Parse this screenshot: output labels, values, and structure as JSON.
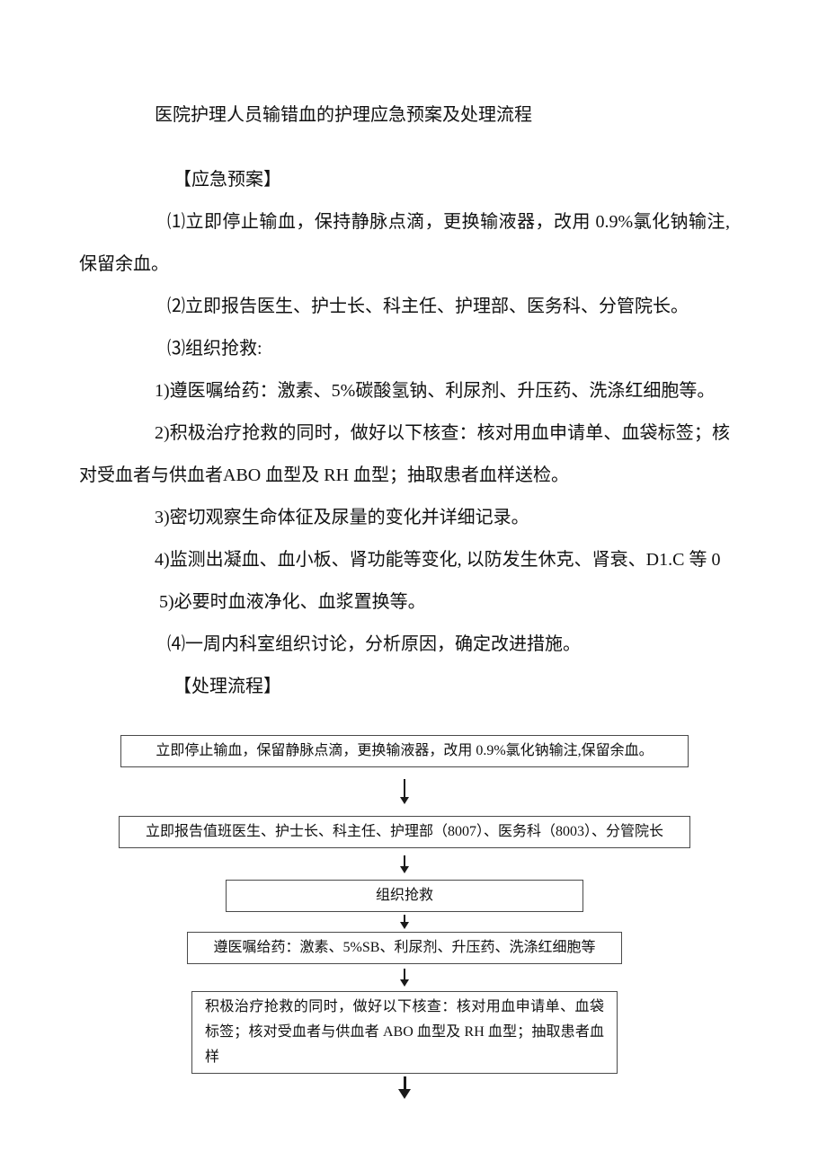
{
  "document": {
    "title": "医院护理人员输错血的护理应急预案及处理流程",
    "emergency_plan": {
      "heading": "【应急预案】",
      "items": [
        "⑴立即停止输血，保持静脉点滴，更换输液器，改用 0.9%氯化钠输注,保留余血。",
        "⑵立即报告医生、护士长、科主任、护理部、医务科、分管院长。",
        "⑶组织抢救:",
        "1)遵医嘱给药：激素、5%碳酸氢钠、利尿剂、升压药、洗涤红细胞等。",
        "2)积极治疗抢救的同时，做好以下核查：核对用血申请单、血袋标签；核对受血者与供血者ABO 血型及 RH 血型；抽取患者血样送检。",
        "3)密切观察生命体征及尿量的变化并详细记录。",
        "4)监测出凝血、血小板、肾功能等变化, 以防发生休克、肾衰、D1.C 等 0",
        "5)必要时血液净化、血浆置换等。",
        "⑷一周内科室组织讨论，分析原因，确定改进措施。"
      ]
    },
    "process_flow": {
      "heading": "【处理流程】",
      "steps": [
        "立即停止输血，保留静脉点滴，更换输液器，改用 0.9%氯化钠输注,保留余血。",
        "立即报告值班医生、护士长、科主任、护理部（8007）、医务科（8003）、分管院长",
        "组织抢救",
        "遵医嘱给药：激素、5%SB、利尿剂、升压药、洗涤红细胞等",
        "积极治疗抢救的同时，做好以下核查：核对用血申请单、血袋标签；核对受血者与供血者 ABO 血型及 RH 血型；抽取患者血样"
      ]
    }
  }
}
